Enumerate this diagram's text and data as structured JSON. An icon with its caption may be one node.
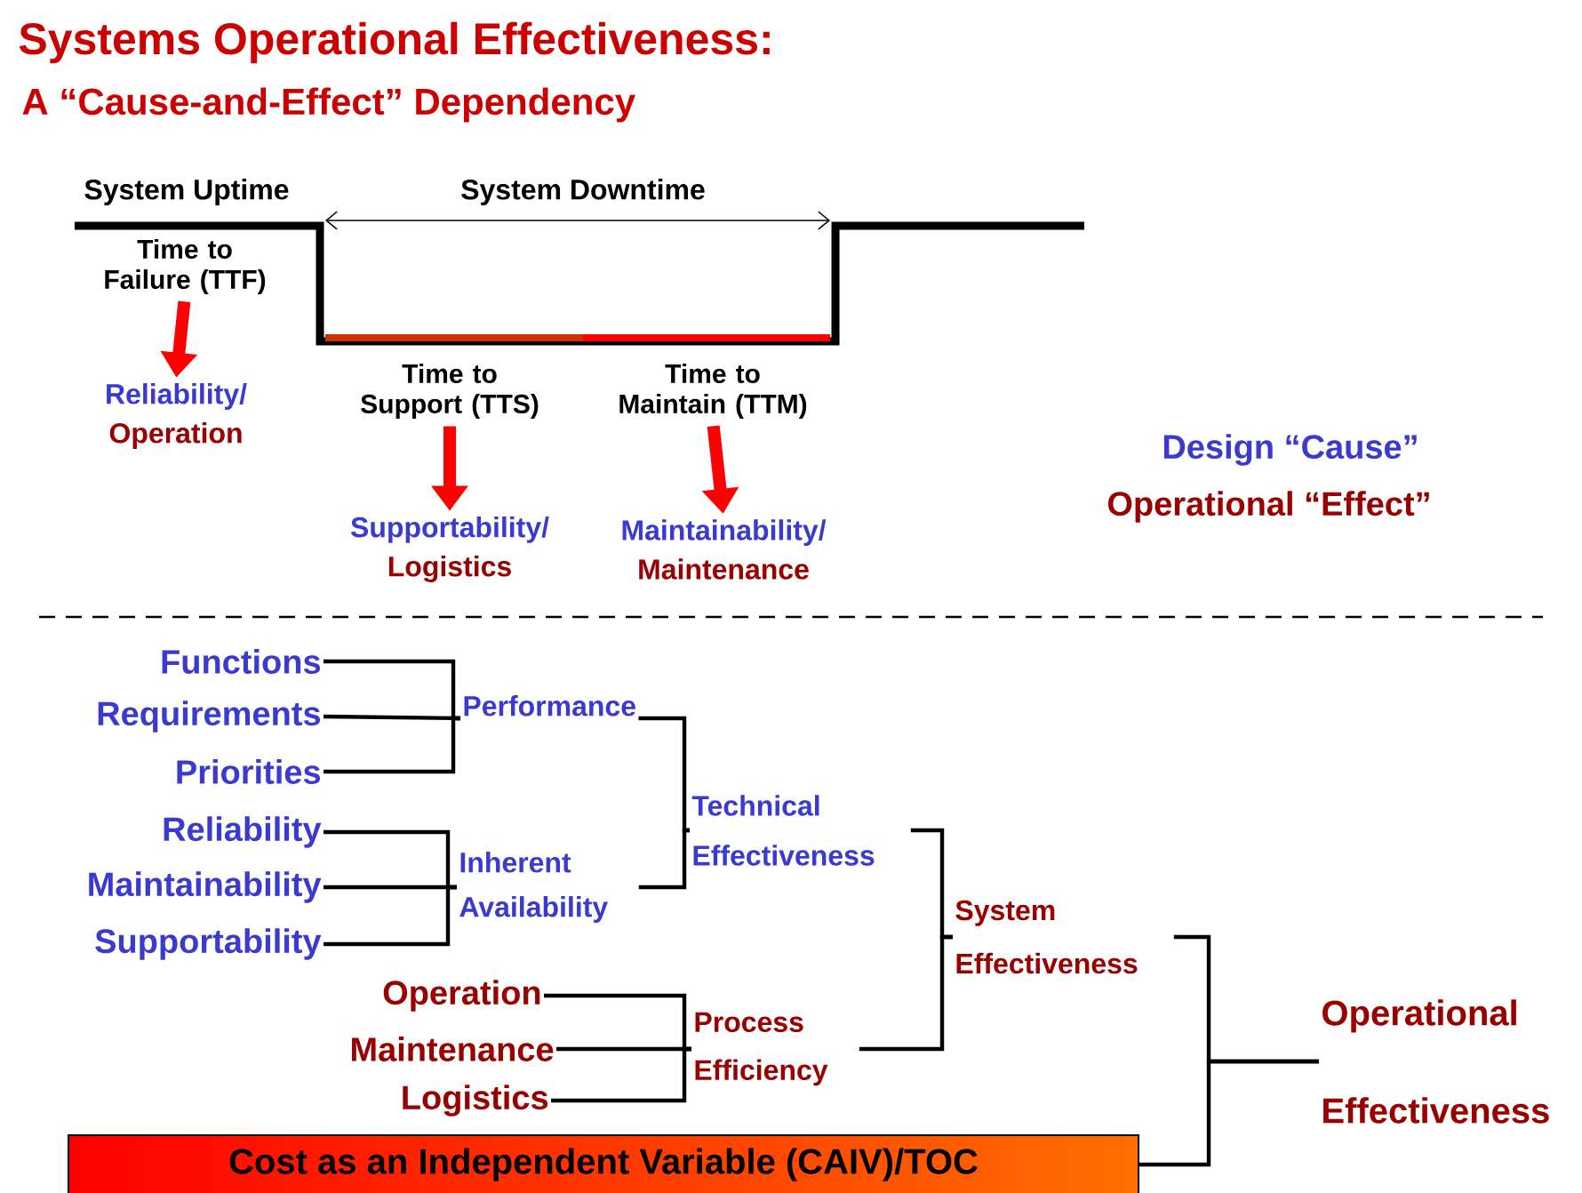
{
  "diagram": {
    "title": "Systems Operational Effectiveness:",
    "nodes": [
      {
        "text": [
          "Time to Failure (TTF)"
        ]
      },
      {
        "text": [
          "Reliability/",
          "Operation"
        ]
      },
      {
        "text": [
          "Time to Support (TTS)"
        ]
      },
      {
        "text": [
          "Supportability/",
          "Logistics"
        ]
      },
      {
        "text": [
          "Time to Maintain (TTM)"
        ]
      },
      {
        "text": [
          "Maintainability/",
          "Maintenance"
        ]
      },
      {
        "text": [
          "Functions"
        ]
      },
      {
        "text": [
          "Requirements"
        ]
      },
      {
        "text": [
          "Priorities"
        ]
      },
      {
        "text": [
          "Performance"
        ]
      },
      {
        "text": [
          "Reliability"
        ]
      },
      {
        "text": [
          "Maintainability"
        ]
      },
      {
        "text": [
          "Supportability"
        ]
      },
      {
        "text": [
          "Inherent Availability"
        ]
      },
      {
        "text": [
          "Technical Effectiveness"
        ]
      },
      {
        "text": [
          "Operation"
        ]
      },
      {
        "text": [
          "Maintenance"
        ]
      },
      {
        "text": [
          "Logistics"
        ]
      },
      {
        "text": [
          "Process Efficiency"
        ]
      },
      {
        "text": [
          "System Effectiveness"
        ]
      },
      {
        "text": [
          "Cost as an Independent Variable (CAIV)/TOC"
        ]
      },
      {
        "text": [
          "Operational Effectiveness"
        ]
      }
    ],
    "edges": [
      {
        "from": 0,
        "to": 1,
        "arrow": "to",
        "style": "thick",
        "color": "#ff0000"
      },
      {
        "from": 2,
        "to": 3,
        "arrow": "to",
        "style": "thick",
        "color": "#ff0000"
      },
      {
        "from": 4,
        "to": 5,
        "arrow": "to",
        "style": "thick",
        "color": "#ff0000"
      },
      {
        "from": 6,
        "to": 9,
        "arrow": "none"
      },
      {
        "from": 7,
        "to": 9,
        "arrow": "none"
      },
      {
        "from": 8,
        "to": 9,
        "arrow": "none"
      },
      {
        "from": 10,
        "to": 13,
        "arrow": "none"
      },
      {
        "from": 11,
        "to": 13,
        "arrow": "none"
      },
      {
        "from": 12,
        "to": 13,
        "arrow": "none"
      },
      {
        "from": 9,
        "to": 14,
        "arrow": "none"
      },
      {
        "from": 13,
        "to": 14,
        "arrow": "none"
      },
      {
        "from": 15,
        "to": 18,
        "arrow": "none"
      },
      {
        "from": 16,
        "to": 18,
        "arrow": "none"
      },
      {
        "from": 17,
        "to": 18,
        "arrow": "none"
      },
      {
        "from": 14,
        "to": 19,
        "arrow": "none"
      },
      {
        "from": 18,
        "to": 19,
        "arrow": "none"
      },
      {
        "from": 19,
        "to": 21,
        "arrow": "none"
      },
      {
        "from": 20,
        "to": 21,
        "arrow": "none"
      }
    ],
    "labels": [
      "A “Cause-and-Effect” Dependency",
      "System Uptime",
      "System Downtime",
      "Design “Cause”",
      "Operational “Effect”"
    ]
  }
}
